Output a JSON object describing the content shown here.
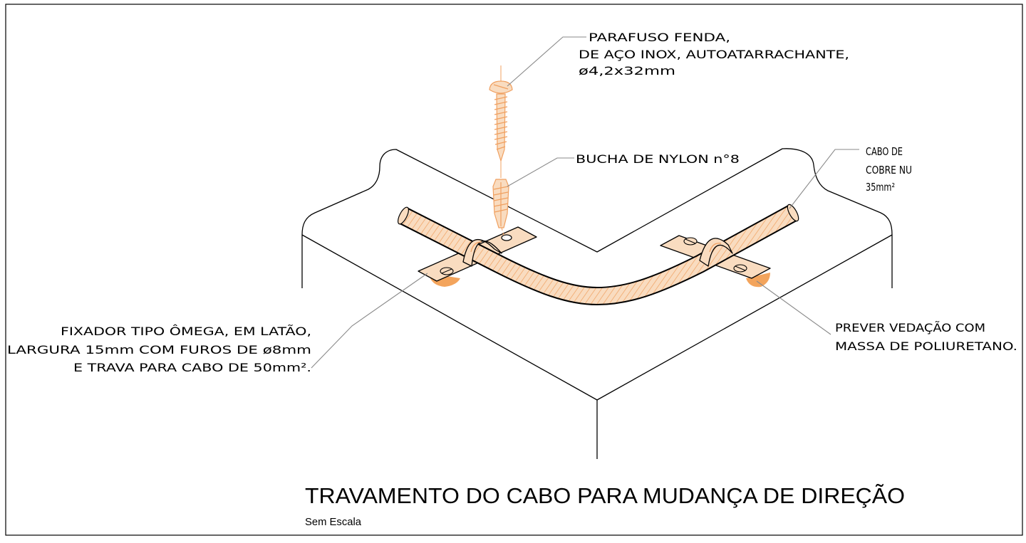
{
  "labels": {
    "screw": [
      "PARAFUSO FENDA,",
      "DE AÇO INOX, AUTOATARRACHANTE,",
      "ø4,2x32mm"
    ],
    "anchor": "BUCHA DE NYLON n°8",
    "cable": [
      "CABO DE",
      "COBRE NU",
      "35mm²"
    ],
    "clip": [
      "FIXADOR TIPO ÔMEGA, EM LATÃO,",
      "LARGURA 15mm COM FUROS DE ø8mm",
      "E TRAVA PARA CABO DE 50mm²."
    ],
    "sealant": [
      "PREVER VEDAÇÃO COM",
      "MASSA DE POLIURETANO."
    ]
  },
  "title": "TRAVAMENTO DO CABO PARA MUDANÇA DE DIREÇÃO",
  "scale": "Sem Escala",
  "colors": {
    "line": "#000000",
    "copper_fill": "#F9DCC0",
    "copper_line": "#F0A060",
    "seal": "#F3A45C",
    "leader": "#8A8A8A"
  }
}
